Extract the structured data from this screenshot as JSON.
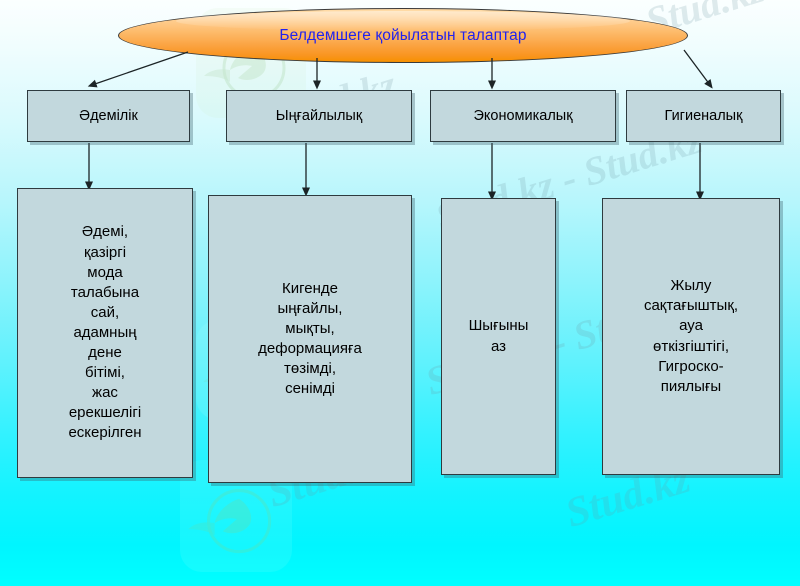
{
  "slide": {
    "title": "Белдемшеге қойылатын талаптар",
    "title_color": "#2222ee",
    "ellipse_fill_top": "#ffdca8",
    "ellipse_fill_bottom": "#f79100",
    "background_top": "#fbffff",
    "background_bottom": "#00ffff",
    "box_fill": "#c2d8dd",
    "box_border": "#2e3b3f"
  },
  "watermarks": {
    "text_1": "Stud.kz",
    "text_2": "Stud.kz - Stud.kz",
    "text_3": "Stud.kz - Stud.kz",
    "text_4": "Stud.kz",
    "text_5": "Stud.kz",
    "text_6": "Stud.kz",
    "logo_label": "hummingbird-logo"
  },
  "categories": [
    {
      "id": "aesthetic",
      "label": "Әдемілік",
      "detail": "Әдемі,\nқазіргі\nмода\nталабына\nсай,\nадамның\nдене\nбітімі,\nжас\nерекшелігі\nескерілген"
    },
    {
      "id": "comfort",
      "label": "Ыңғайлылық",
      "detail": "Кигенде\nыңғайлы,\nмықты,\nдеформацияға\nтөзімді,\nсенімді"
    },
    {
      "id": "economic",
      "label": "Экономикалық",
      "detail": "Шығыны\nаз"
    },
    {
      "id": "hygienic",
      "label": "Гигиеналық",
      "detail": "Жылу\nсақтағыштық,\nауа\nөткізгіштігі,\nГигроско-\nпиялығы"
    }
  ]
}
